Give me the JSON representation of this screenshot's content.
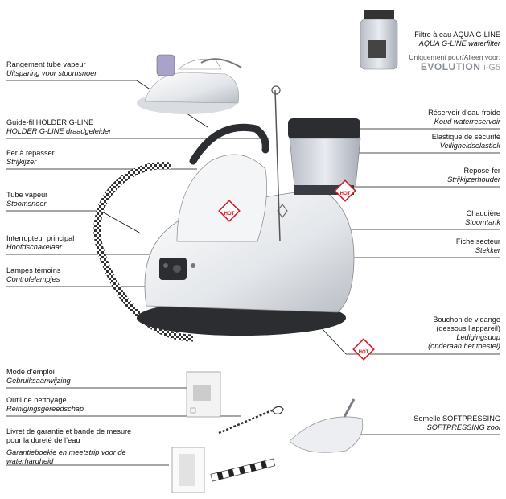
{
  "labels": {
    "filter": {
      "fr": "Filtre à eau AQUA G-LINE",
      "nl": "AQUA G-LINE waterfilter",
      "only": "Uniquement pour/Alleen voor:",
      "brand": "EVOLUTION",
      "model": "i-G5"
    },
    "storage": {
      "fr": "Rangement tube vapeur",
      "nl": "Uitsparing voor stoomsnoer"
    },
    "holder": {
      "fr": "Guide-fil HOLDER G-LINE",
      "nl": "HOLDER G-LINE draadgeleider"
    },
    "iron": {
      "fr": "Fer à repasser",
      "nl": "Strijkijzer"
    },
    "hose": {
      "fr": "Tube vapeur",
      "nl": "Stoomsnoer"
    },
    "switch": {
      "fr": "Interrupteur principal",
      "nl": "Hoofdschakelaar"
    },
    "lamps": {
      "fr": "Lampes témoins",
      "nl": "Controlelampjes"
    },
    "tank": {
      "fr": "Réservoir d’eau froide",
      "nl": "Koud waterreservoir"
    },
    "elastic": {
      "fr": "Elastique de sécurité",
      "nl": "Veiligheidselastiek"
    },
    "rest": {
      "fr": "Repose-fer",
      "nl": "Strijkijzerhouder"
    },
    "boiler": {
      "fr": "Chaudière",
      "nl": "Stoomtank"
    },
    "plug": {
      "fr": "Fiche secteur",
      "nl": "Stekker"
    },
    "drain": {
      "fr1": "Bouchon de vidange",
      "fr2": "(dessous l’appareil)",
      "nl1": "Ledigingsdop",
      "nl2": "(onderaan het toestel)"
    },
    "manual": {
      "fr": "Mode d’emploi",
      "nl": "Gebruiksaanwijzing"
    },
    "tool": {
      "fr": "Outil de nettoyage",
      "nl": "Reinigingsgereedschap"
    },
    "warranty": {
      "fr1": "Livret de garantie et bande de mesure",
      "fr2": "pour la dureté de l’eau",
      "nl1": "Garantieboekje en meetstrip voor de",
      "nl2": "waterhardheid"
    },
    "sole": {
      "fr": "Semelle SOFTPRESSING",
      "nl": "SOFTPRESSING zool"
    }
  },
  "hot_badge": "HOT",
  "colors": {
    "hot": "#d0202a",
    "body": "#e9ebee",
    "dark": "#2b2d31",
    "tank": "#c9ced6"
  }
}
